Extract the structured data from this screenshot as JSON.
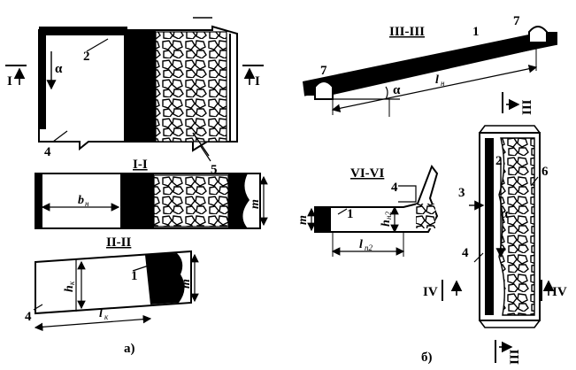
{
  "sections": {
    "a": "а)",
    "b": "б)",
    "s11": "I-I",
    "s22": "II-II",
    "s33": "III-III",
    "s66": "VI-VI"
  },
  "marks": {
    "I": "I",
    "II": "II",
    "III": "III",
    "IV": "IV"
  },
  "callouts": {
    "n1": "1",
    "n2": "2",
    "n3": "3",
    "n4": "4",
    "n5": "5",
    "n6": "6",
    "n7": "7"
  },
  "symbols": {
    "alpha": "α",
    "m": "m",
    "b": "b",
    "b_sub": "н",
    "h": "h",
    "h_sub": "к",
    "l": "l",
    "l_sub": "к",
    "lv": "l",
    "lv_sub": "н",
    "hv": "h",
    "hv_sub": "н2",
    "lp": "l",
    "lp_sub": "п2"
  }
}
